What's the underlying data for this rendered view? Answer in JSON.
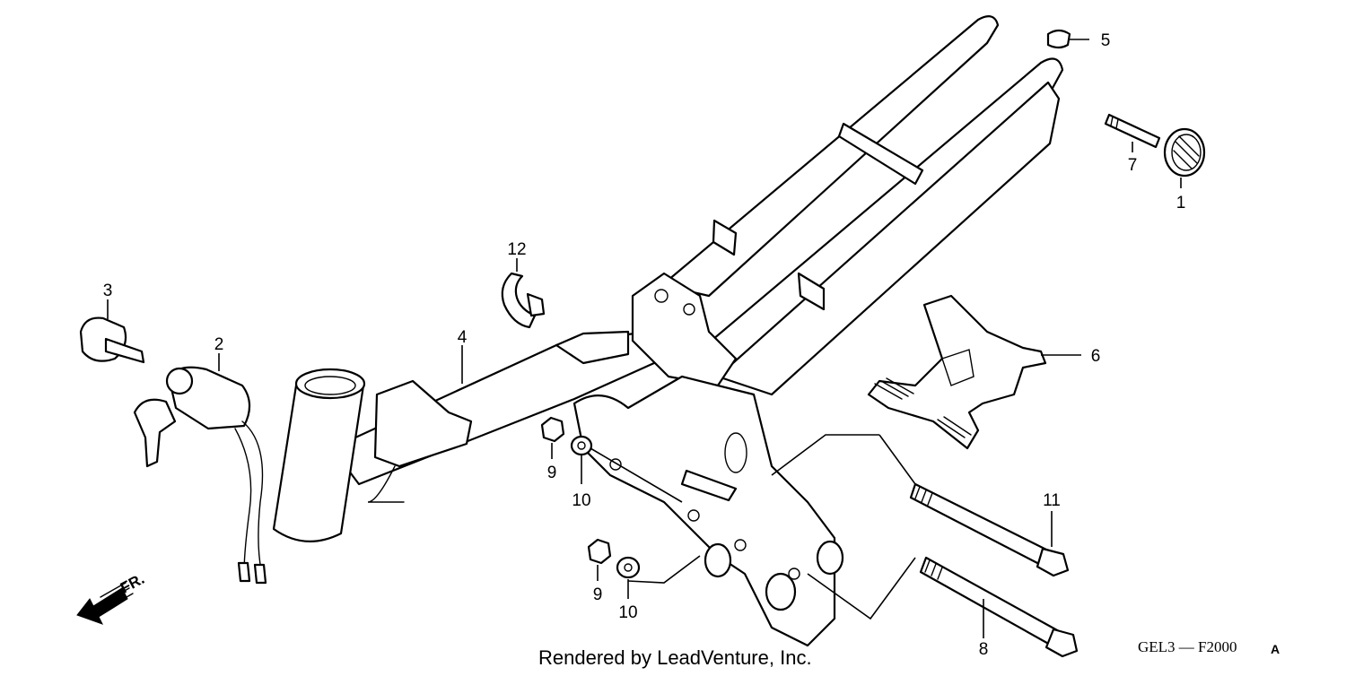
{
  "diagram": {
    "callouts": [
      {
        "id": "1",
        "label": "1"
      },
      {
        "id": "2",
        "label": "2"
      },
      {
        "id": "3",
        "label": "3"
      },
      {
        "id": "4",
        "label": "4"
      },
      {
        "id": "5",
        "label": "5"
      },
      {
        "id": "6",
        "label": "6"
      },
      {
        "id": "7",
        "label": "7"
      },
      {
        "id": "8",
        "label": "8"
      },
      {
        "id": "9a",
        "label": "9"
      },
      {
        "id": "9b",
        "label": "9"
      },
      {
        "id": "10a",
        "label": "10"
      },
      {
        "id": "10b",
        "label": "10"
      },
      {
        "id": "11",
        "label": "11"
      },
      {
        "id": "12",
        "label": "12"
      }
    ],
    "direction_marker": "FR.",
    "credit": "Rendered by LeadVenture, Inc.",
    "diagram_code": "GEL3 — F2000",
    "diagram_code_suffix": "A"
  }
}
